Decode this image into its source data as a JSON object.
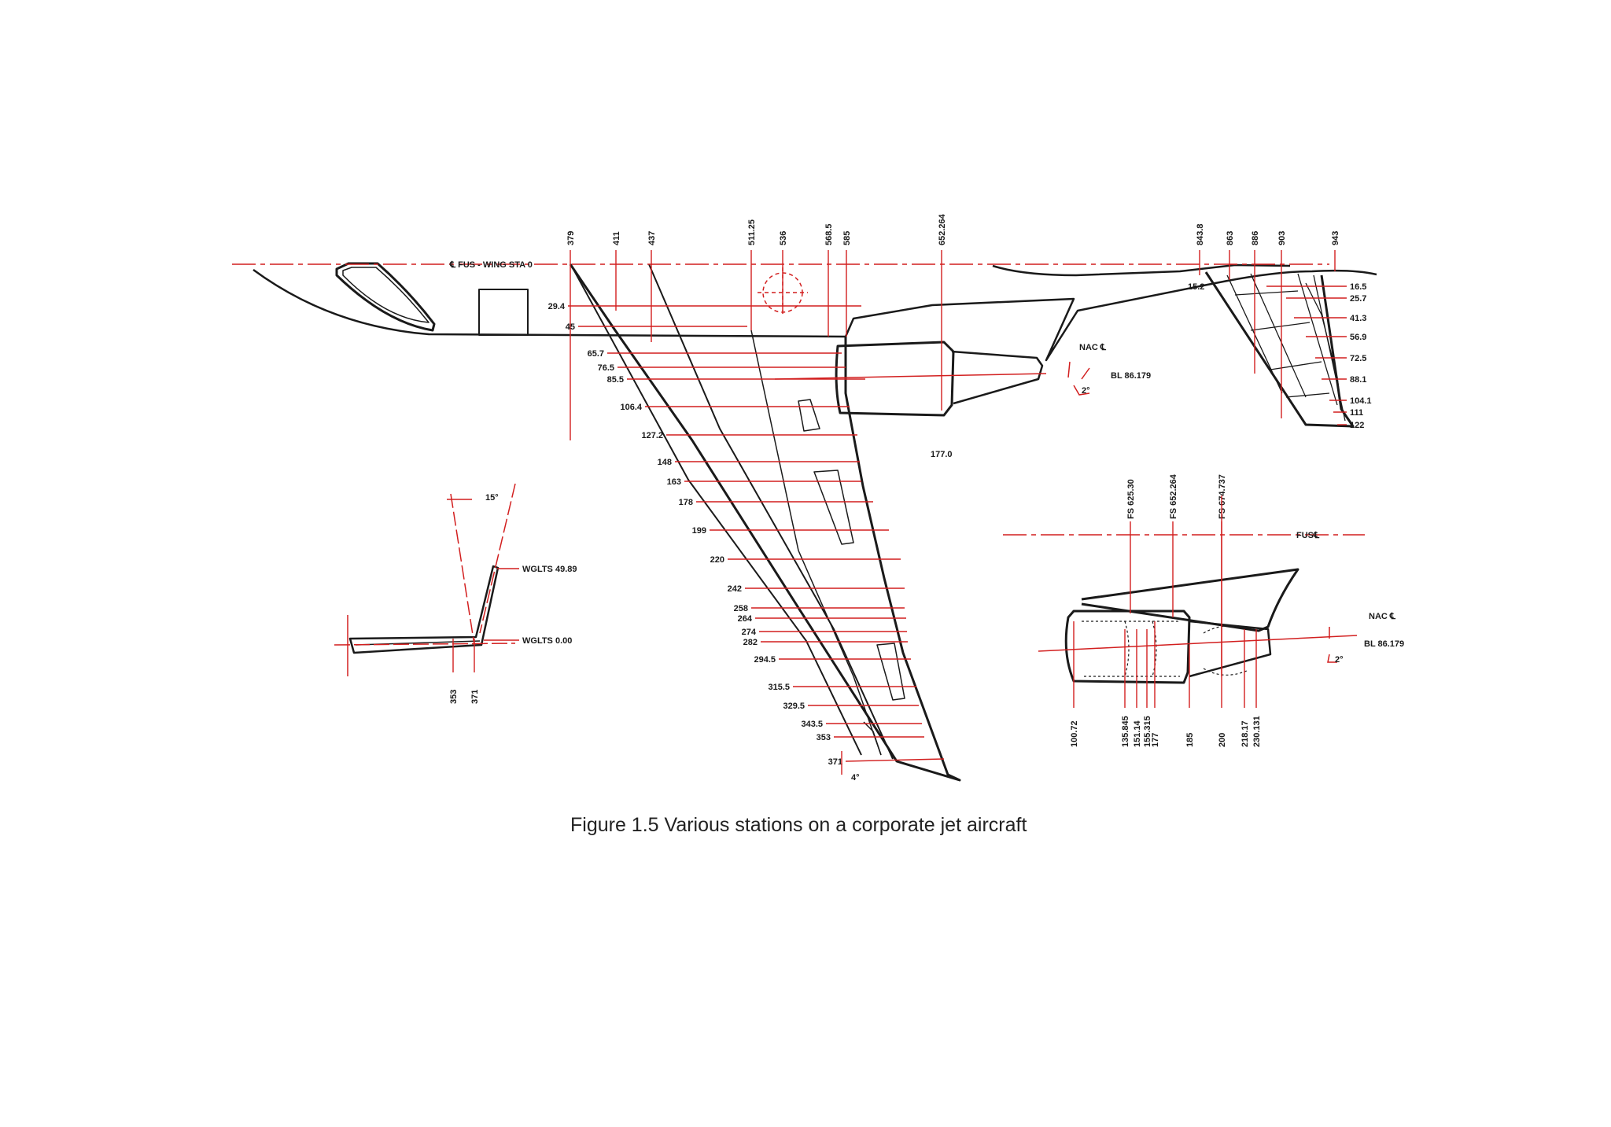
{
  "colors": {
    "outline": "#1a1a1a",
    "station_line": "#d21f1f",
    "background": "#ffffff"
  },
  "caption": "Figure 1.5  Various stations on a corporate jet aircraft",
  "fuselage_labels": {
    "centerline": "℄ FUS - WING STA 0",
    "nacelle_cl": "NAC ℄",
    "bl": "BL 86.179",
    "angle": "2°",
    "station_177": "177.0",
    "tail_15_2": "15.2"
  },
  "top_stations": [
    "379",
    "411",
    "437",
    "511.25",
    "536",
    "568.5",
    "585",
    "652.264",
    "843.8",
    "863",
    "886",
    "903",
    "943"
  ],
  "wing_stations": [
    "29.4",
    "45",
    "65.7",
    "76.5",
    "85.5",
    "106.4",
    "127.2",
    "148",
    "163",
    "178",
    "199",
    "220",
    "242",
    "258",
    "264",
    "274",
    "282",
    "294.5",
    "315.5",
    "329.5",
    "343.5",
    "353",
    "371"
  ],
  "wing_tip_angle": "4°",
  "tail_stations": [
    "16.5",
    "25.7",
    "41.3",
    "56.9",
    "72.5",
    "88.1",
    "104.1",
    "111",
    "122"
  ],
  "winglet": {
    "angle": "15°",
    "top_label": "WGLTS 49.89",
    "bottom_label": "WGLTS 0.00",
    "stations": [
      "353",
      "371"
    ]
  },
  "nacelle_detail": {
    "top_stations": [
      "FS 625.30",
      "FS 652.264",
      "FS 674.737"
    ],
    "fus_cl": "FUS℄",
    "nac_cl": "NAC ℄",
    "bl": "BL 86.179",
    "angle": "2°",
    "bottom_stations": [
      "100.72",
      "135.845",
      "151.14",
      "155.315",
      "177",
      "185",
      "200",
      "218.17",
      "230.131"
    ]
  }
}
